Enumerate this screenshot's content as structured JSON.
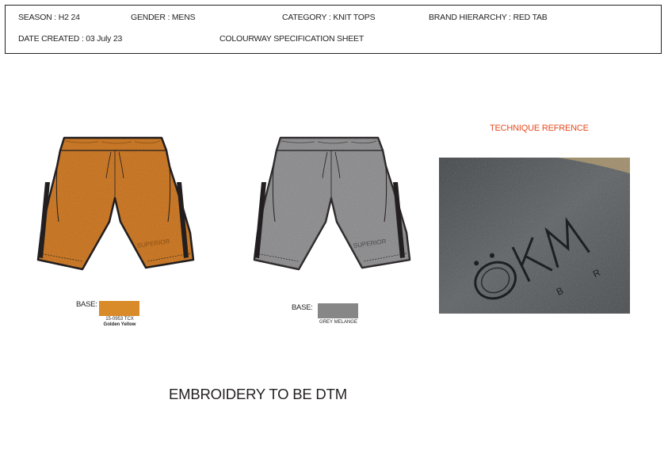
{
  "header": {
    "season": "SEASON : H2 24",
    "gender": "GENDER : MENS",
    "category": "CATEGORY : KNIT TOPS",
    "brand": "BRAND HIERARCHY : RED TAB",
    "date": "DATE CREATED : 03 July 23",
    "sheet_title": "COLOURWAY SPECIFICATION SHEET"
  },
  "colorways": [
    {
      "base_label": "BASE:",
      "color_code": "15-0953 TCX",
      "color_name": "Golden Yellow",
      "swatch_hex": "#d98a29",
      "garment_hex": "#d9822b",
      "print_text": "SUPERIOR"
    },
    {
      "base_label": "BASE:",
      "color_name": "GREY MELANGE",
      "swatch_hex": "#878788",
      "garment_hex": "#7e7e80",
      "print_text": "SUPERIOR"
    }
  ],
  "technique": {
    "label": "TECHNIQUE REFRENCE",
    "label_color": "#e8491d",
    "photo_text": "ÖKM"
  },
  "note": "EMBROIDERY TO BE DTM"
}
